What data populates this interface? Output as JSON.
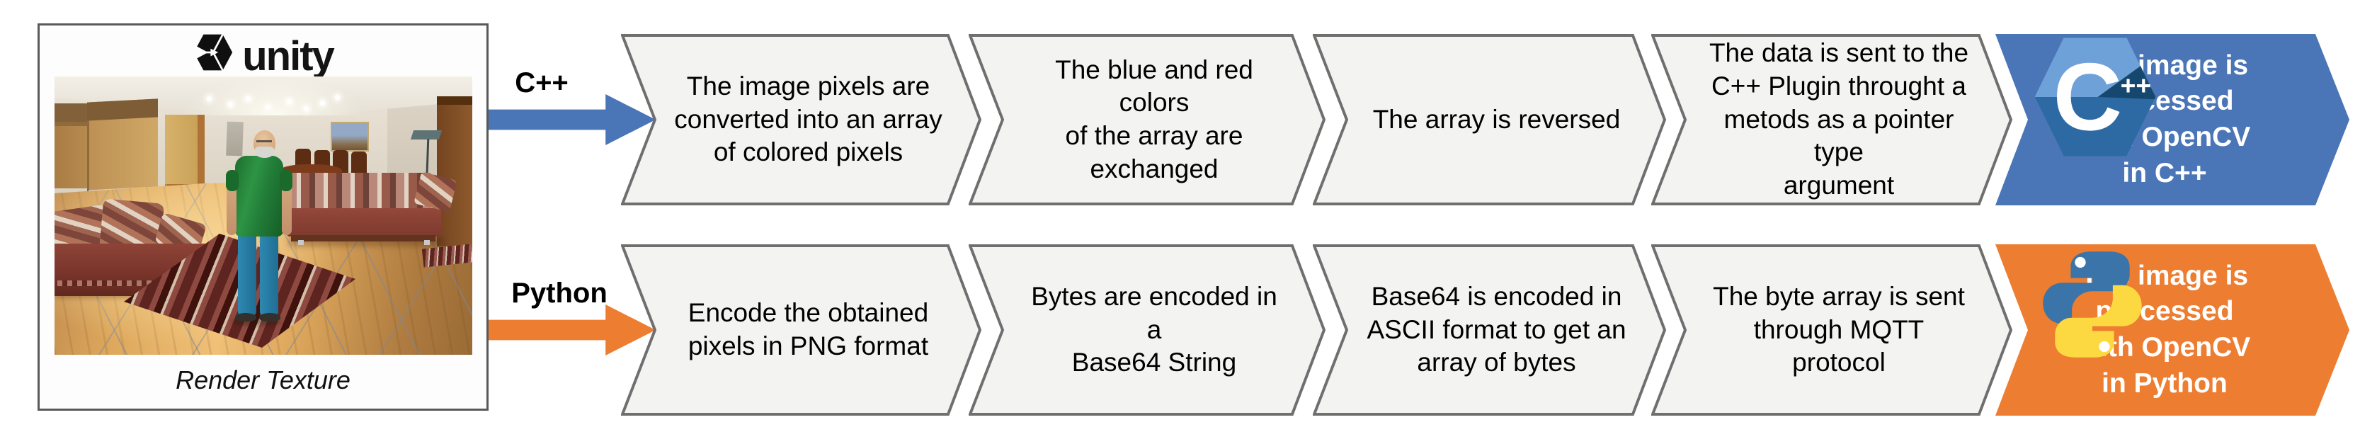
{
  "source_panel": {
    "logo_text": "unity",
    "logo_icon": "unity-cube-logo",
    "caption": "Render Texture"
  },
  "pipelines": [
    {
      "label": "C++",
      "color": "#4A75B6",
      "steps": [
        "The image pixels are\nconverted into an array\nof colored pixels",
        "The blue and red colors\nof the array are\nexchanged",
        "The array is reversed",
        "The data is sent to the\nC++ Plugin throught a\nmetods as a pointer type\nargument"
      ],
      "result_text": "The image is\nprocessed\nwith OpenCV\nin C++",
      "result_logo": "cpp-logo"
    },
    {
      "label": "Python",
      "color": "#ED7D31",
      "steps": [
        "Encode the obtained\npixels in PNG format",
        "Bytes are encoded in a\nBase64 String",
        "Base64 is encoded in\nASCII format to get an\narray of bytes",
        "The byte array is sent\nthrough MQTT protocol"
      ],
      "result_text": "The image is\nprocessed\nwith OpenCV\nin Python",
      "result_logo": "python-logo"
    }
  ],
  "style_colors": {
    "chevron_fill": "#F3F3F2",
    "chevron_border": "#6F6F6F",
    "panel_border": "#595959"
  }
}
